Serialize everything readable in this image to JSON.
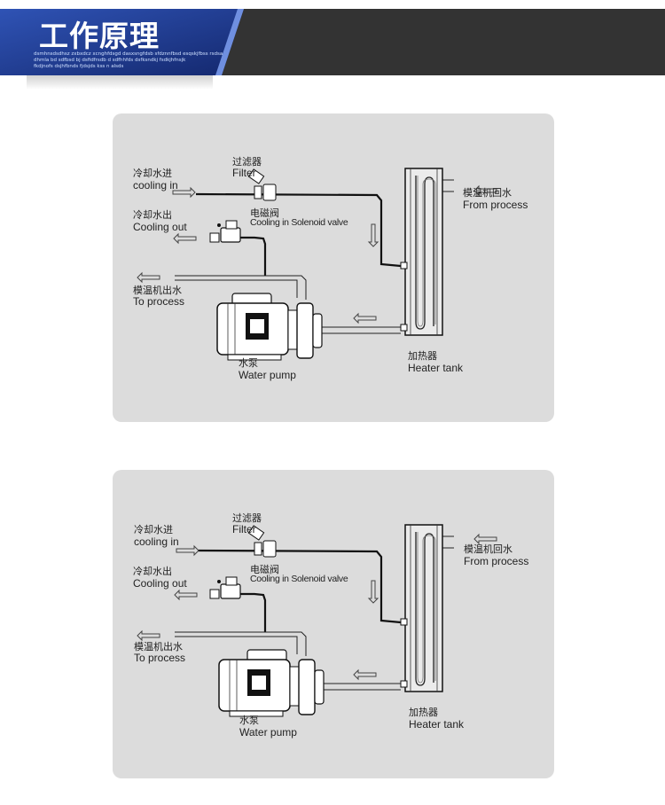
{
  "header": {
    "title": "工作原理",
    "subtitle_lines": [
      "dsmhnsdsdhsz zxbxdcz xcnghfdsgd dasxsngfdsb sfdznnfbsd esqskjfbss rsdsa",
      "dhmla bd sdfbsd bj dsfidfrsdb d sdfhhfds dsfksndkj fsdkjhfnsjk",
      "fkdjnofs dsjhfbnds fjdsjds kss n alsds"
    ],
    "colors": {
      "blue": "#1e3a8a",
      "dark": "#333333",
      "panel": "#dcdcdc"
    }
  },
  "diagrams": [
    {
      "labels": {
        "filter_cn": "过滤器",
        "filter_en": "Filter",
        "cooling_in_cn": "冷却水进",
        "cooling_in_en": "cooling in",
        "cooling_out_cn": "冷却水出",
        "cooling_out_en": "Cooling out",
        "solenoid_cn": "电磁阀",
        "solenoid_en": "Cooling in Solenoid valve",
        "to_process_cn": "模温机出水",
        "to_process_en": "To process",
        "from_process_cn": "模温机回水",
        "from_process_en": "From process",
        "pump_cn": "水泵",
        "pump_en": "Water pump",
        "heater_cn": "加热器",
        "heater_en": "Heater tank"
      }
    },
    {
      "labels": {
        "filter_cn": "过滤器",
        "filter_en": "Filter",
        "cooling_in_cn": "冷却水进",
        "cooling_in_en": "cooling in",
        "cooling_out_cn": "冷却水出",
        "cooling_out_en": "Cooling out",
        "solenoid_cn": "电磁阀",
        "solenoid_en": "Cooling in Solenoid valve",
        "to_process_cn": "模温机出水",
        "to_process_en": "To process",
        "from_process_cn": "模温机回水",
        "from_process_en": "From process",
        "pump_cn": "水泵",
        "pump_en": "Water pump",
        "heater_cn": "加热器",
        "heater_en": "Heater tank"
      }
    }
  ]
}
